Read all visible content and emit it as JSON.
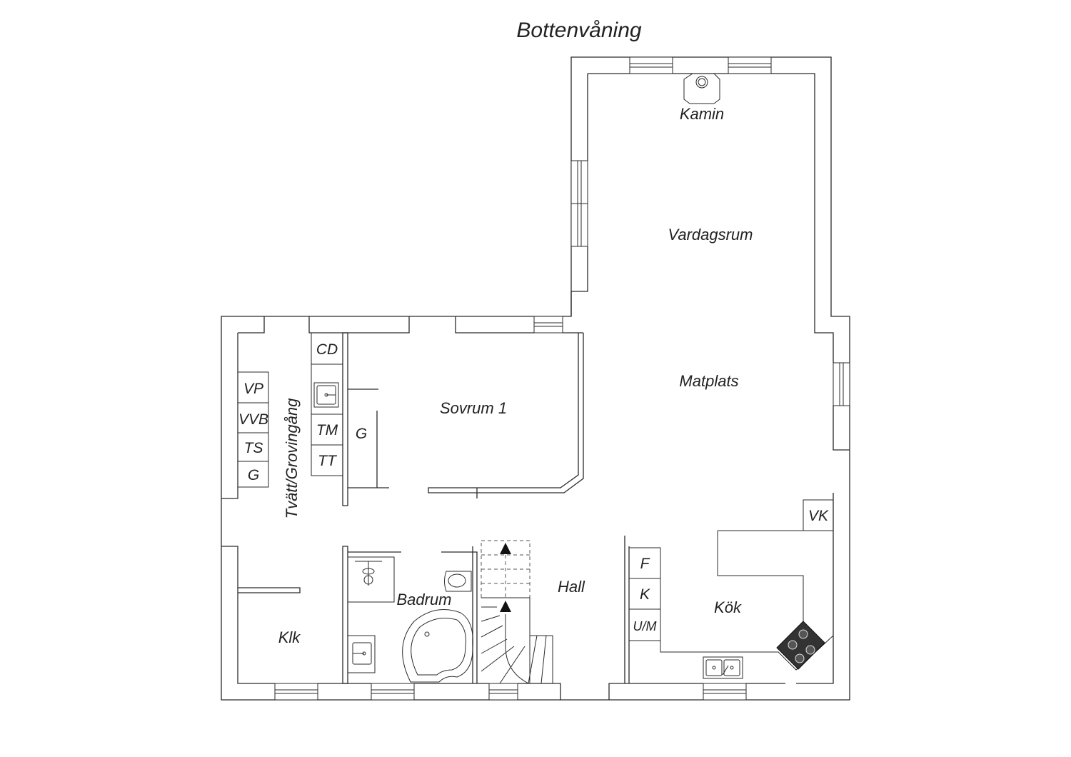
{
  "title": "Bottenvåning",
  "rooms": {
    "kamin": "Kamin",
    "vardagsrum": "Vardagsrum",
    "matplats": "Matplats",
    "sovrum": "Sovrum 1",
    "tvatt": "Tvätt/Grovingång",
    "badrum": "Badrum",
    "hall": "Hall",
    "kok": "Kök",
    "klk": "Klk"
  },
  "fixtures": {
    "cd": "CD",
    "tm": "TM",
    "tt": "TT",
    "g_closet": "G",
    "vp": "VP",
    "vvb": "VVB",
    "ts": "TS",
    "g_laundry": "G",
    "vk": "VK",
    "f": "F",
    "k": "K",
    "um": "U/M"
  }
}
